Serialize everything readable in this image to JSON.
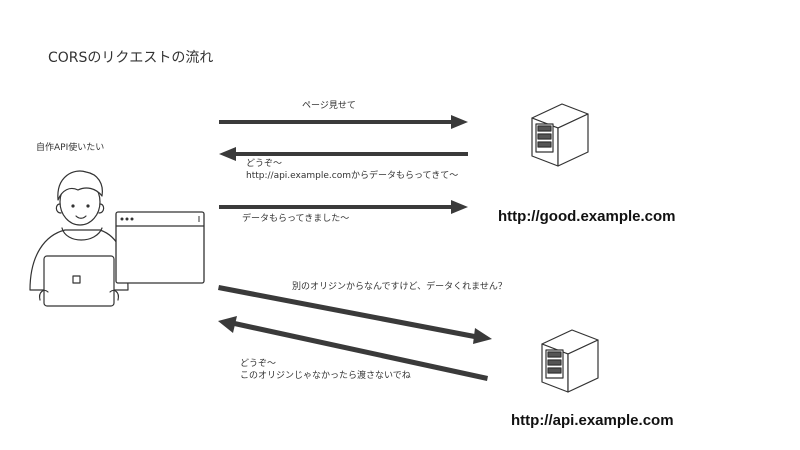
{
  "title": "CORSのリクエストの流れ",
  "user": {
    "label": "自作API使いたい"
  },
  "servers": {
    "good": {
      "host": "http://good.example.com"
    },
    "api": {
      "host": "http://api.example.com"
    }
  },
  "messages": {
    "m1": "ページ見せて",
    "m2_line1": "どうぞ〜",
    "m2_line2": "http://api.example.comからデータもらってきて〜",
    "m3": "データもらってきました〜",
    "m4": "別のオリジンからなんですけど、データくれません？",
    "m5_line1": "どうぞ〜",
    "m5_line2": "このオリジンじゃなかったら渡さないでね"
  },
  "colors": {
    "arrow": "#3a3a3a",
    "line": "#333333"
  }
}
